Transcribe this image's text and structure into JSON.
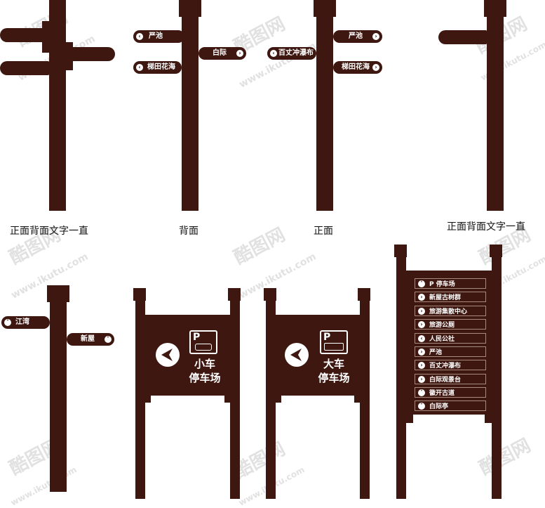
{
  "captions": {
    "c1": "正面背面文字一直",
    "c2": "背面",
    "c3": "正面",
    "c4": "正面背面文字一直"
  },
  "sign2": {
    "s1": "严池",
    "s2": "白际",
    "s3": "梯田花海"
  },
  "sign3": {
    "s1": "严池",
    "s2": "百丈冲瀑布",
    "s3": "梯田花海"
  },
  "sign5": {
    "s1": "江湾",
    "s2": "新屋"
  },
  "board1": {
    "p": "P",
    "line1": "小车",
    "line2": "停车场"
  },
  "board2": {
    "p": "P",
    "line1": "大车",
    "line2": "停车场"
  },
  "directory": {
    "items": [
      "P 停车场",
      "新屋古树群",
      "旅游集散中心",
      "旅游公厕",
      "人民公社",
      "严池",
      "百丈冲瀑布",
      "白际观景台",
      "徽开古道",
      "白际亭"
    ]
  },
  "watermark": {
    "logo": "酷图网",
    "url": "www.ikutu.com"
  },
  "colors": {
    "wood": "#3e1710",
    "text": "#ffffff"
  }
}
